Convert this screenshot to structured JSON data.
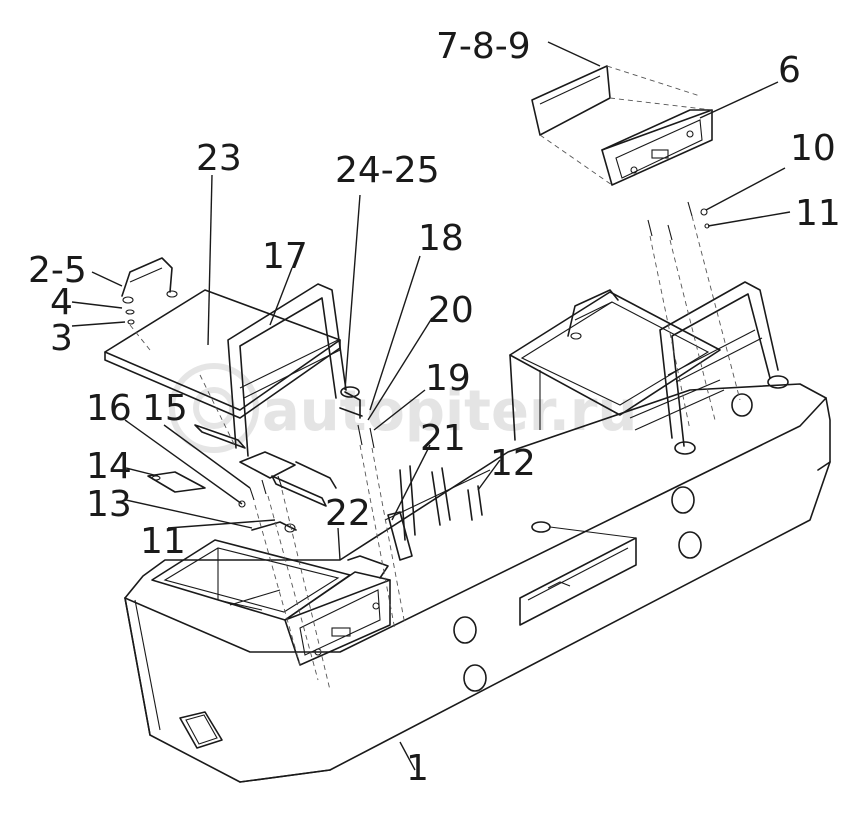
{
  "watermark": "autopiter.ru",
  "callouts": [
    {
      "id": "c-7-8-9",
      "label": "7-8-9"
    },
    {
      "id": "c-6",
      "label": "6"
    },
    {
      "id": "c-10",
      "label": "10"
    },
    {
      "id": "c-11-right",
      "label": "11"
    },
    {
      "id": "c-23",
      "label": "23"
    },
    {
      "id": "c-24-25",
      "label": "24-25"
    },
    {
      "id": "c-18",
      "label": "18"
    },
    {
      "id": "c-17",
      "label": "17"
    },
    {
      "id": "c-2-5",
      "label": "2-5"
    },
    {
      "id": "c-4",
      "label": "4"
    },
    {
      "id": "c-3",
      "label": "3"
    },
    {
      "id": "c-20",
      "label": "20"
    },
    {
      "id": "c-19",
      "label": "19"
    },
    {
      "id": "c-16",
      "label": "16"
    },
    {
      "id": "c-15",
      "label": "15"
    },
    {
      "id": "c-21",
      "label": "21"
    },
    {
      "id": "c-12",
      "label": "12"
    },
    {
      "id": "c-14",
      "label": "14"
    },
    {
      "id": "c-13",
      "label": "13"
    },
    {
      "id": "c-22",
      "label": "22"
    },
    {
      "id": "c-11-left",
      "label": "11"
    },
    {
      "id": "c-1",
      "label": "1"
    }
  ]
}
